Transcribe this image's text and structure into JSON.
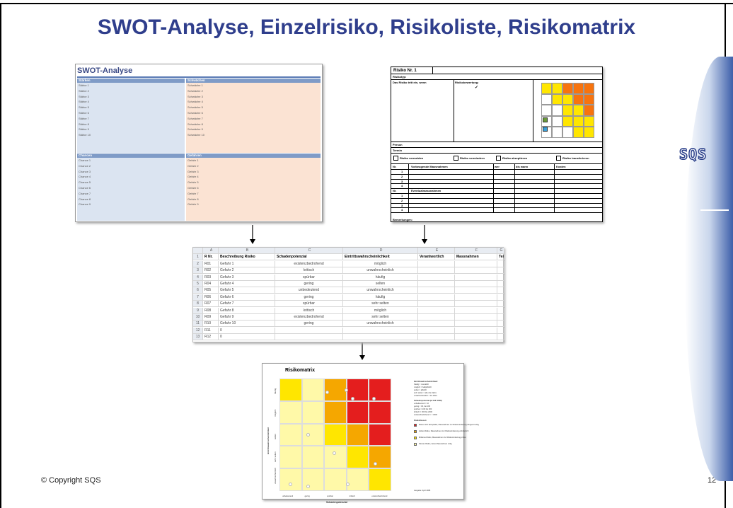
{
  "slide": {
    "title": "SWOT-Analyse, Einzelrisiko, Risikoliste, Risikomatrix",
    "copyright": "© Copyright SQS",
    "page_number": "12",
    "logo_text": "SQS"
  },
  "swot": {
    "title": "SWOT-Analyse",
    "quadrants": [
      {
        "header": "Stärken",
        "items": [
          "Stärke 1",
          "Stärke 2",
          "Stärke 3",
          "Stärke 4",
          "Stärke 5",
          "Stärke 6",
          "Stärke 7",
          "Stärke 8",
          "Stärke 9",
          "Stärke 10"
        ]
      },
      {
        "header": "Schwächen",
        "items": [
          "Schwäche 1",
          "Schwäche 2",
          "Schwäche 3",
          "Schwäche 4",
          "Schwäche 5",
          "Schwäche 6",
          "Schwäche 7",
          "Schwäche 8",
          "Schwäche 9",
          "Schwäche 10"
        ]
      },
      {
        "header": "Chancen",
        "items": [
          "Chance 1",
          "Chance 2",
          "Chance 3",
          "Chance 4",
          "Chance 5",
          "Chance 6",
          "Chance 7",
          "Chance 8",
          "Chance 9"
        ]
      },
      {
        "header": "Gefahren",
        "items": [
          "Gefahr 1",
          "Gefahr 2",
          "Gefahr 3",
          "Gefahr 4",
          "Gefahr 5",
          "Gefahr 6",
          "Gefahr 7",
          "Gefahr 8",
          "Gefahr 9"
        ]
      }
    ]
  },
  "risk_sheet": {
    "title": "Risiko Nr. 1",
    "row_labels": [
      "Risikotyp:",
      "Das Risiko tritt ein, wenn",
      "Risikobewertung:",
      "Person",
      "Termin"
    ],
    "checkbox_options": [
      "Risiko vermeiden",
      "Risiko vermindern",
      "Risiko akzeptieren",
      "Risiko transferieren"
    ],
    "table_header": [
      "Nr.",
      "Vorbeugende Massnahmen",
      "wer",
      "bis wann",
      "Kosten"
    ],
    "numbers_a": [
      "1",
      "2",
      "3",
      "4"
    ],
    "second_header": [
      "Nr.",
      "Eventualmassnahmen"
    ],
    "numbers_b": [
      "1",
      "2",
      "3",
      "4"
    ],
    "footer_label": "Bemerkungen:"
  },
  "spreadsheet": {
    "column_letters": [
      "A",
      "B",
      "C",
      "D",
      "E",
      "F",
      "G"
    ],
    "headers": [
      "R Nr.",
      "Beschreibung Risiko",
      "Schadenpotenzial",
      "Eintrittswahrscheinlichkeit",
      "Verantwortlich",
      "Massnahmen",
      "Termin"
    ],
    "row_numbers": [
      "1",
      "2",
      "3",
      "4",
      "5",
      "6",
      "7",
      "8",
      "9",
      "10",
      "11",
      "12",
      "13"
    ],
    "rows": [
      [
        "R01",
        "Gefahr 1",
        "existenzbedrohend",
        "möglich",
        "",
        "",
        ""
      ],
      [
        "R02",
        "Gefahr 2",
        "kritisch",
        "unwahrscheinlich",
        "",
        "",
        ""
      ],
      [
        "R03",
        "Gefahr 3",
        "spürbar",
        "häufig",
        "",
        "",
        ""
      ],
      [
        "R04",
        "Gefahr 4",
        "gering",
        "selten",
        "",
        "",
        ""
      ],
      [
        "R05",
        "Gefahr 5",
        "unbedeutend",
        "unwahrscheinlich",
        "",
        "",
        ""
      ],
      [
        "R06",
        "Gefahr 6",
        "gering",
        "häufig",
        "",
        "",
        ""
      ],
      [
        "R07",
        "Gefahr 7",
        "spürbar",
        "sehr selten",
        "",
        "",
        ""
      ],
      [
        "R08",
        "Gefahr 8",
        "kritisch",
        "möglich",
        "",
        "",
        ""
      ],
      [
        "R09",
        "Gefahr 9",
        "existenzbedrohend",
        "sehr selten",
        "",
        "",
        ""
      ],
      [
        "R10",
        "Gefahr 10",
        "gering",
        "unwahrscheinlich",
        "",
        "",
        ""
      ],
      [
        "R11",
        "0",
        "",
        "",
        "",
        "",
        ""
      ],
      [
        "R12",
        "0",
        "",
        "",
        "",
        "",
        ""
      ]
    ]
  },
  "matrix": {
    "title": "Risikomatrix",
    "y_axis_label": "Eintrittswahrscheinlichkeit",
    "x_axis_label": "Schadenpotenzial",
    "y_levels": [
      "häufig",
      "möglich",
      "selten",
      "sehr selten",
      "unwahrscheinlich"
    ],
    "x_levels": [
      "unbedeutend",
      "gering",
      "spürbar",
      "kritisch",
      "existenzbedrohend"
    ],
    "legend_prob_title": "Eintrittswahrscheinlichkeit:",
    "legend_prob": [
      "häufig = monatlich",
      "möglich = halbjährlich",
      "selten = jährlich",
      "sehr selten = alle drei Jahre",
      "unwahrscheinlich = 10 Jahre"
    ],
    "legend_damage_title": "Schadenpotenzial (in CHF 1000):",
    "legend_damage": [
      "unbedeutend < 10",
      "gering < 30, bei 100",
      "spürbar = 100 bis 300",
      "kritisch = 300 bis 2000",
      "existenzbedrohend > = 3000"
    ],
    "legend_class_title": "Risikoklassen:",
    "legend_classes": [
      {
        "color": "#e41e1e",
        "text": "Rotes nicht akzeptabel, Massnahmen zur Risikominderung dringend nötig"
      },
      {
        "color": "#f5a700",
        "text": "Hohes Risiko, Massnahmen zur Risikominderung erforderlich"
      },
      {
        "color": "#ffe600",
        "text": "Mittleres Risiko, Massnahmen zur Risikominderung prüfen"
      },
      {
        "color": "#fff9a8",
        "text": "Kleines Risiko, keine Massnahmen nötig"
      }
    ],
    "footer_note": "Ausgabe: April 2008",
    "colors": {
      "red": "#e41e1e",
      "orange": "#f5a700",
      "yellow": "#ffe600",
      "light_yellow": "#fff9a8"
    }
  }
}
